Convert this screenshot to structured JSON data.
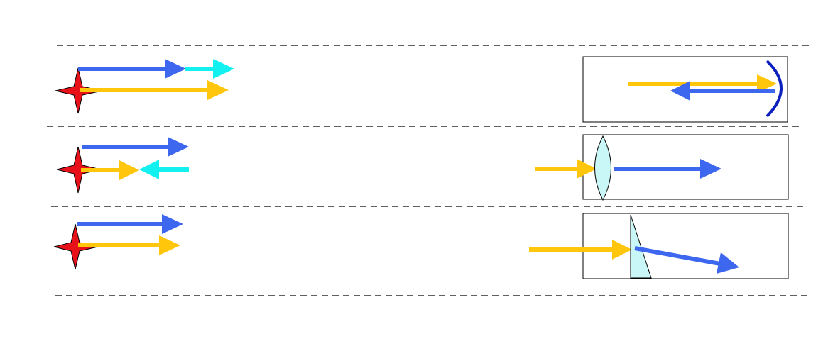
{
  "colors": {
    "background": "#ffffff",
    "divider": "#000000",
    "star": "#e8111a",
    "arrow_blue": "#3e67ef",
    "arrow_cyan": "#12f0f0",
    "arrow_yellow": "#ffc60b",
    "mirror": "#0c1fbf",
    "optic_fill": "#c9f7f7",
    "panel_border": "#000000"
  },
  "rows": [
    {
      "left": [
        "blue-arrow-right",
        "cyan-arrow-right",
        "yellow-arrow-right"
      ],
      "right_optic": "curved-mirror"
    },
    {
      "left": [
        "blue-arrow-right",
        "yellow-arrow-right",
        "cyan-arrow-left"
      ],
      "right_optic": "convex-lens"
    },
    {
      "left": [
        "blue-arrow-right",
        "yellow-arrow-right"
      ],
      "right_optic": "prism"
    }
  ]
}
